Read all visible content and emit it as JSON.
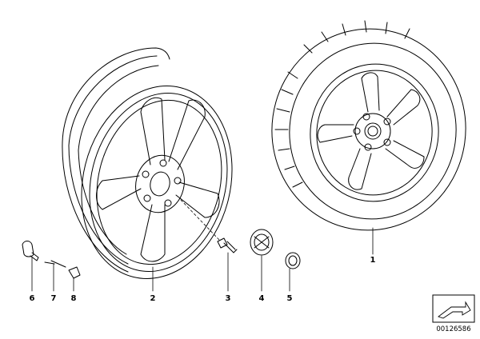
{
  "callouts": {
    "rim": "2",
    "wheel_assembly": "1",
    "bolt": "3",
    "hub_cap": "4",
    "emblem": "5",
    "valve": "6",
    "valve_stem": "7",
    "valve_cap": "8"
  },
  "reference_number": "00126586",
  "colors": {
    "line": "#000000",
    "background": "#ffffff"
  }
}
